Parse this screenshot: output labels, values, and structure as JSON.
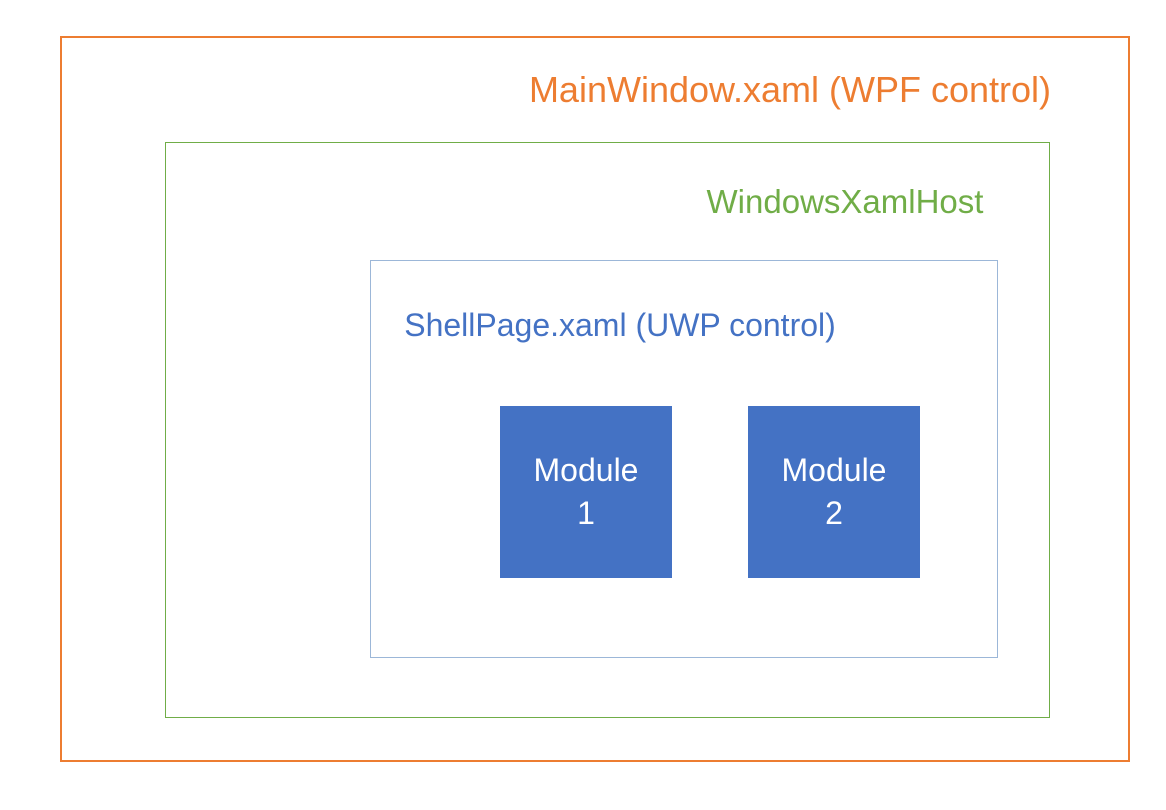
{
  "diagram": {
    "outer": {
      "label": "MainWindow.xaml (WPF control)",
      "border_color": "#ED7D31",
      "text_color": "#ED7D31"
    },
    "host": {
      "label": "WindowsXamlHost",
      "border_color": "#70AD47",
      "text_color": "#70AD47"
    },
    "shell": {
      "label": "ShellPage.xaml (UWP control)",
      "border_color": "#9CB7D8",
      "text_color": "#4472C4"
    },
    "modules": [
      {
        "line1": "Module",
        "line2": "1",
        "fill_color": "#4472C4",
        "text_color": "#FFFFFF"
      },
      {
        "line1": "Module",
        "line2": "2",
        "fill_color": "#4472C4",
        "text_color": "#FFFFFF"
      }
    ]
  }
}
